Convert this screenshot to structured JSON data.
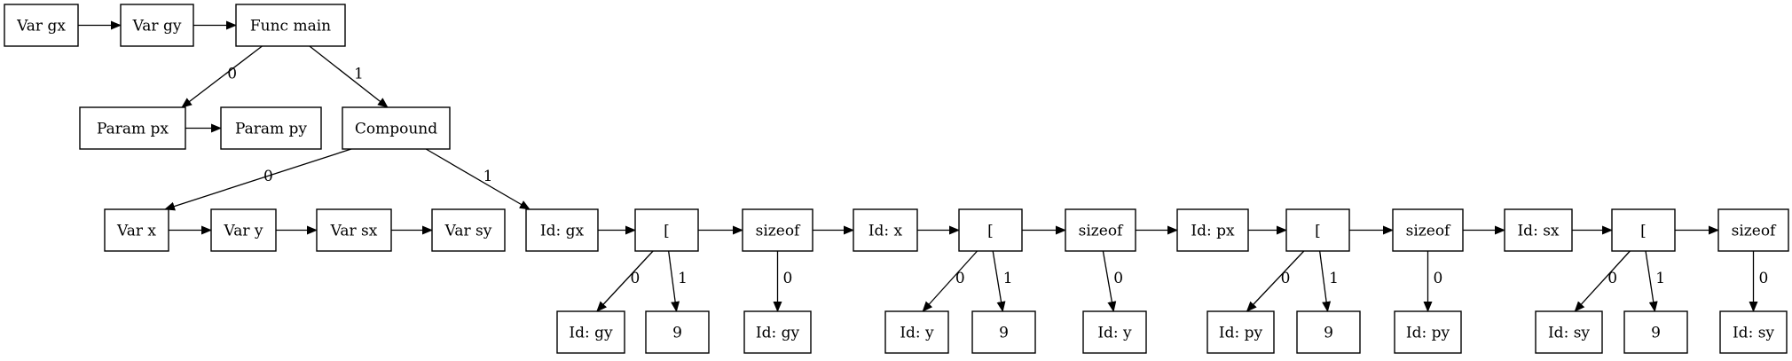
{
  "nodes": [
    {
      "id": "n1",
      "label": "Var gx"
    },
    {
      "id": "n2",
      "label": "Var gy"
    },
    {
      "id": "n3",
      "label": "Func main"
    },
    {
      "id": "n4",
      "label": "Param px"
    },
    {
      "id": "n5",
      "label": "Param py"
    },
    {
      "id": "n6",
      "label": "Compound"
    },
    {
      "id": "n7",
      "label": "Var x"
    },
    {
      "id": "n8",
      "label": "Var y"
    },
    {
      "id": "n9",
      "label": "Var sx"
    },
    {
      "id": "n10",
      "label": "Var sy"
    },
    {
      "id": "n11",
      "label": "Id: gx"
    },
    {
      "id": "n12",
      "label": "["
    },
    {
      "id": "n13",
      "label": "sizeof"
    },
    {
      "id": "n14",
      "label": "Id: x"
    },
    {
      "id": "n15",
      "label": "["
    },
    {
      "id": "n16",
      "label": "sizeof"
    },
    {
      "id": "n17",
      "label": "Id: px"
    },
    {
      "id": "n18",
      "label": "["
    },
    {
      "id": "n19",
      "label": "sizeof"
    },
    {
      "id": "n20",
      "label": "Id: sx"
    },
    {
      "id": "n21",
      "label": "["
    },
    {
      "id": "n22",
      "label": "sizeof"
    },
    {
      "id": "n23",
      "label": "Id: gy"
    },
    {
      "id": "n24",
      "label": "9"
    },
    {
      "id": "n25",
      "label": "Id: gy"
    },
    {
      "id": "n26",
      "label": "Id: y"
    },
    {
      "id": "n27",
      "label": "9"
    },
    {
      "id": "n28",
      "label": "Id: y"
    },
    {
      "id": "n29",
      "label": "Id: py"
    },
    {
      "id": "n30",
      "label": "9"
    },
    {
      "id": "n31",
      "label": "Id: py"
    },
    {
      "id": "n32",
      "label": "Id: sy"
    },
    {
      "id": "n33",
      "label": "9"
    },
    {
      "id": "n34",
      "label": "Id: sy"
    }
  ],
  "edges": [
    {
      "from": "n1",
      "to": "n2",
      "label": ""
    },
    {
      "from": "n2",
      "to": "n3",
      "label": ""
    },
    {
      "from": "n3",
      "to": "n4",
      "label": "0"
    },
    {
      "from": "n3",
      "to": "n6",
      "label": "1"
    },
    {
      "from": "n4",
      "to": "n5",
      "label": ""
    },
    {
      "from": "n6",
      "to": "n7",
      "label": "0"
    },
    {
      "from": "n6",
      "to": "n11",
      "label": "1"
    },
    {
      "from": "n7",
      "to": "n8",
      "label": ""
    },
    {
      "from": "n8",
      "to": "n9",
      "label": ""
    },
    {
      "from": "n9",
      "to": "n10",
      "label": ""
    },
    {
      "from": "n11",
      "to": "n12",
      "label": ""
    },
    {
      "from": "n12",
      "to": "n13",
      "label": ""
    },
    {
      "from": "n13",
      "to": "n14",
      "label": ""
    },
    {
      "from": "n14",
      "to": "n15",
      "label": ""
    },
    {
      "from": "n15",
      "to": "n16",
      "label": ""
    },
    {
      "from": "n16",
      "to": "n17",
      "label": ""
    },
    {
      "from": "n17",
      "to": "n18",
      "label": ""
    },
    {
      "from": "n18",
      "to": "n19",
      "label": ""
    },
    {
      "from": "n19",
      "to": "n20",
      "label": ""
    },
    {
      "from": "n20",
      "to": "n21",
      "label": ""
    },
    {
      "from": "n21",
      "to": "n22",
      "label": ""
    },
    {
      "from": "n12",
      "to": "n23",
      "label": "0"
    },
    {
      "from": "n12",
      "to": "n24",
      "label": "1"
    },
    {
      "from": "n13",
      "to": "n25",
      "label": "0"
    },
    {
      "from": "n15",
      "to": "n26",
      "label": "0"
    },
    {
      "from": "n15",
      "to": "n27",
      "label": "1"
    },
    {
      "from": "n16",
      "to": "n28",
      "label": "0"
    },
    {
      "from": "n18",
      "to": "n29",
      "label": "0"
    },
    {
      "from": "n18",
      "to": "n30",
      "label": "1"
    },
    {
      "from": "n19",
      "to": "n31",
      "label": "0"
    },
    {
      "from": "n21",
      "to": "n32",
      "label": "0"
    },
    {
      "from": "n21",
      "to": "n33",
      "label": "1"
    },
    {
      "from": "n22",
      "to": "n34",
      "label": "0"
    }
  ]
}
